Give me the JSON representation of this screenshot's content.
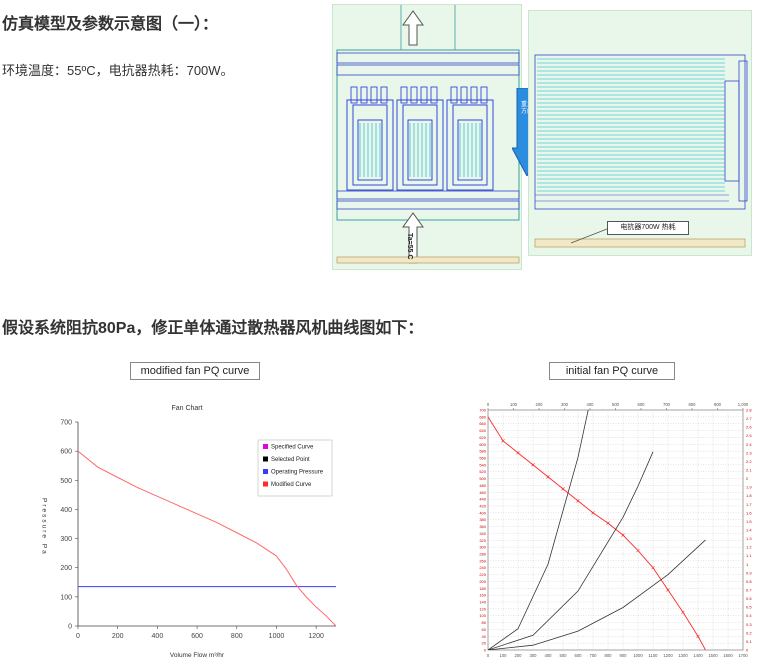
{
  "heading1": "仿真模型及参数示意图（一）：",
  "conditions": "环境温度：55ºC，电抗器热耗：700W。",
  "figure_labels": {
    "gravity": "重力方向",
    "ambient": "Ta=55 C",
    "heat": "电抗器700W 热耗"
  },
  "heading2": "假设系统阻抗80Pa，修正单体通过散热器风机曲线图如下：",
  "modified_chart": {
    "box_label": "modified fan PQ curve",
    "colors": {
      "curve": "#ff6a6a",
      "system": "#3a3aff"
    },
    "chart_data": {
      "type": "line",
      "title": "Fan Chart",
      "xlabel": "Volume Flow m³/hr",
      "ylabel": "Pressure Pa",
      "xlim": [
        0,
        1300
      ],
      "ylim": [
        0,
        700
      ],
      "xticks": [
        0,
        200,
        400,
        600,
        800,
        1000,
        1200
      ],
      "yticks": [
        0,
        100,
        200,
        300,
        400,
        500,
        600,
        700
      ],
      "legend": [
        "Specified Curve",
        "Selected Point",
        "Operating Pressure",
        "Modified Curve"
      ],
      "legend_colors": [
        "#e000e0",
        "#000000",
        "#3a3aff",
        "#ff2a2a"
      ],
      "series": [
        {
          "name": "Modified Curve",
          "x": [
            0,
            100,
            200,
            300,
            400,
            500,
            600,
            700,
            800,
            900,
            1000,
            1050,
            1100,
            1150,
            1200,
            1250,
            1300
          ],
          "y": [
            600,
            545,
            510,
            475,
            445,
            415,
            385,
            355,
            320,
            285,
            240,
            195,
            140,
            100,
            65,
            35,
            0
          ]
        }
      ],
      "reference_lines": [
        {
          "name": "Operating Pressure",
          "y": 135
        }
      ]
    }
  },
  "initial_chart": {
    "box_label": "initial fan PQ curve",
    "colors": {
      "curve": "#ff2a2a",
      "system": "#333333",
      "axis": "#cc0000"
    },
    "chart_data": {
      "type": "line",
      "xlim": [
        0,
        1700
      ],
      "ylim": [
        0,
        700
      ],
      "xticks": [
        0,
        100,
        200,
        300,
        400,
        500,
        600,
        700,
        800,
        900,
        1000,
        1100,
        1200,
        1300,
        1400,
        1500,
        1600,
        1700
      ],
      "yticks": [
        0,
        20,
        40,
        60,
        80,
        100,
        120,
        140,
        160,
        180,
        200,
        220,
        240,
        260,
        280,
        300,
        320,
        340,
        360,
        380,
        400,
        420,
        440,
        460,
        480,
        500,
        520,
        540,
        560,
        580,
        600,
        620,
        640,
        660,
        680,
        700
      ],
      "top_ticks": [
        "0",
        "100",
        "200",
        "300",
        "400",
        "500",
        "600",
        "700",
        "800",
        "900",
        "1,000"
      ],
      "right_ticks": [
        "0",
        "0.1",
        "0.2",
        "0.3",
        "0.4",
        "0.5",
        "0.6",
        "0.7",
        "0.8",
        "0.9",
        "1",
        "1.1",
        "1.2",
        "1.3",
        "1.4",
        "1.5",
        "1.6",
        "1.7",
        "1.8",
        "1.9",
        "2",
        "2.1",
        "2.2",
        "2.3",
        "2.4",
        "2.5",
        "2.6",
        "2.7",
        "2.8"
      ],
      "series": [
        {
          "name": "fan",
          "x": [
            0,
            100,
            200,
            300,
            400,
            500,
            600,
            700,
            800,
            900,
            1000,
            1100,
            1200,
            1300,
            1400,
            1450
          ],
          "y": [
            680,
            610,
            575,
            540,
            505,
            470,
            435,
            400,
            370,
            335,
            290,
            240,
            175,
            110,
            40,
            0
          ]
        },
        {
          "name": "system-1",
          "x": [
            0,
            200,
            400,
            600,
            700,
            800
          ],
          "y": [
            0,
            62,
            250,
            562,
            765,
            999
          ]
        },
        {
          "name": "system-2",
          "x": [
            0,
            300,
            600,
            900,
            1000,
            1100
          ],
          "y": [
            0,
            43,
            172,
            387,
            478,
            578
          ]
        },
        {
          "name": "system-3",
          "x": [
            0,
            300,
            600,
            900,
            1200,
            1450
          ],
          "y": [
            0,
            14,
            55,
            124,
            220,
            321
          ]
        }
      ]
    }
  }
}
